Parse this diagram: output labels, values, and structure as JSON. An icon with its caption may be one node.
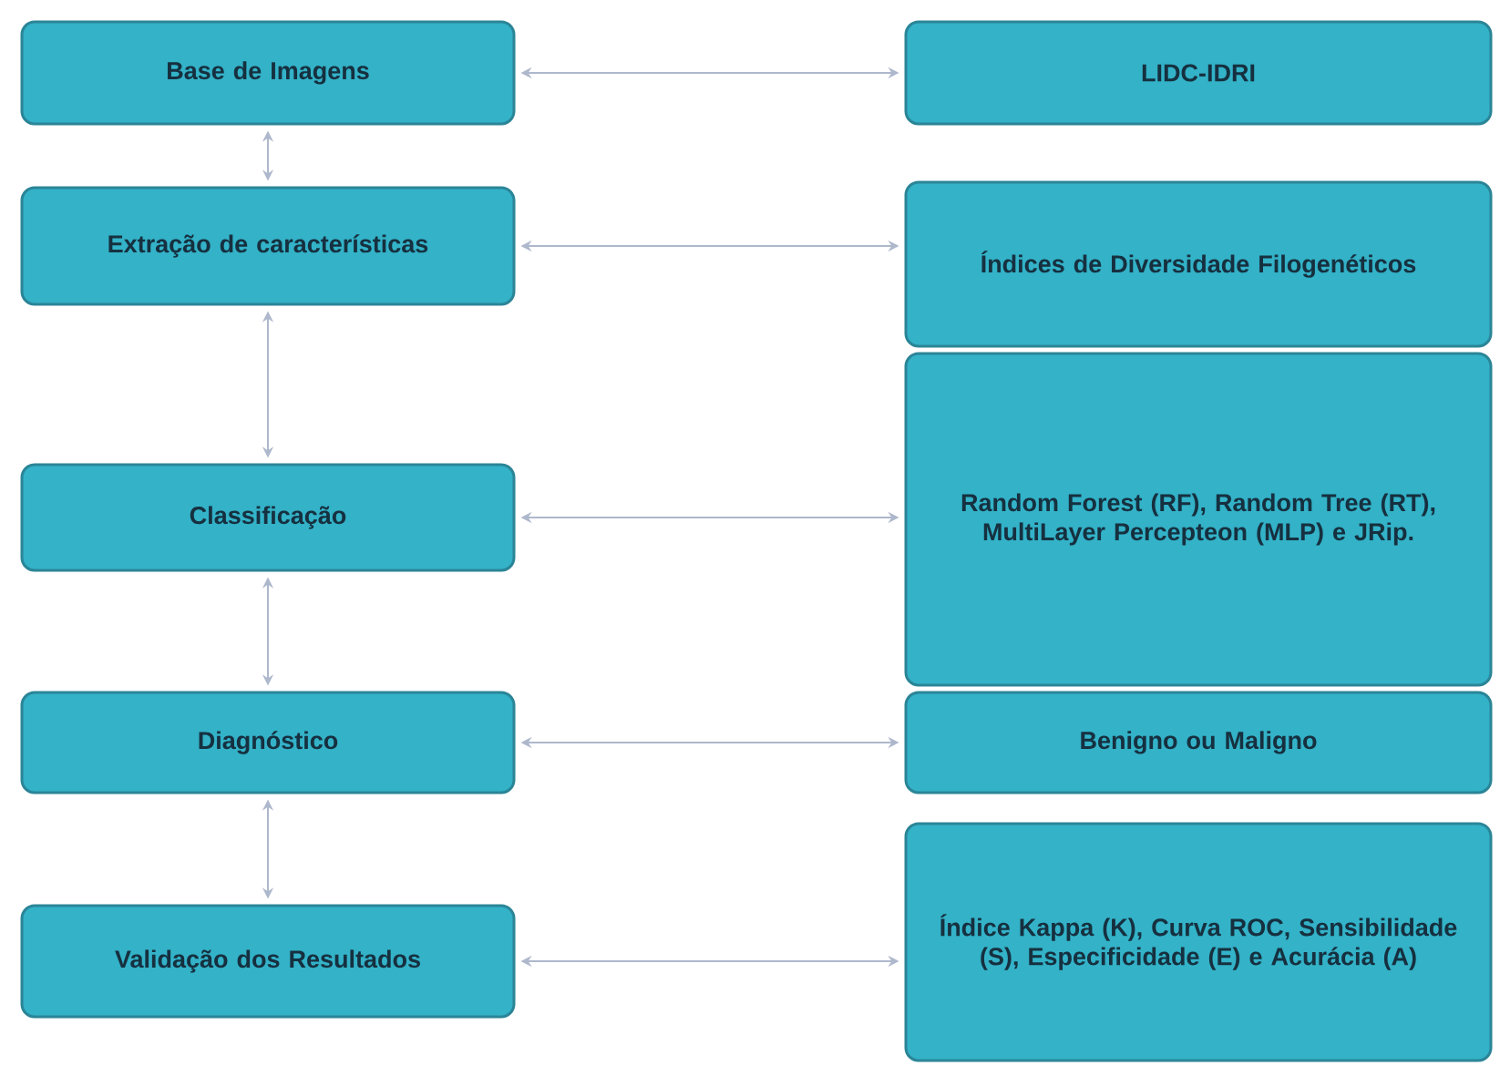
{
  "diagram": {
    "nodes": [
      {
        "text": [
          "Base de Imagens"
        ]
      },
      {
        "text": [
          "LIDC-IDRI"
        ]
      },
      {
        "text": [
          "Extração de características"
        ]
      },
      {
        "text": [
          "Índices de Diversidade Filogenéticos"
        ]
      },
      {
        "text": [
          "Classificação"
        ]
      },
      {
        "text": [
          "Random Forest (RF), Random Tree (RT), MultiLayer Percepteon (MLP) e JRip."
        ]
      },
      {
        "text": [
          "Diagnóstico"
        ]
      },
      {
        "text": [
          "Benigno ou Maligno"
        ]
      },
      {
        "text": [
          "Validação dos Resultados"
        ]
      },
      {
        "text": [
          "Índice Kappa (K), Curva ROC, Sensibilidade (S), Especificidade (E) e Acurácia (A)"
        ]
      }
    ],
    "edges": [
      {
        "from": 0,
        "to": 1,
        "arrow": "both"
      },
      {
        "from": 0,
        "to": 2,
        "arrow": "both"
      },
      {
        "from": 2,
        "to": 3,
        "arrow": "both"
      },
      {
        "from": 2,
        "to": 4,
        "arrow": "both"
      },
      {
        "from": 4,
        "to": 5,
        "arrow": "both"
      },
      {
        "from": 4,
        "to": 6,
        "arrow": "both"
      },
      {
        "from": 6,
        "to": 7,
        "arrow": "both"
      },
      {
        "from": 6,
        "to": 8,
        "arrow": "both"
      },
      {
        "from": 8,
        "to": 9,
        "arrow": "both"
      }
    ]
  }
}
